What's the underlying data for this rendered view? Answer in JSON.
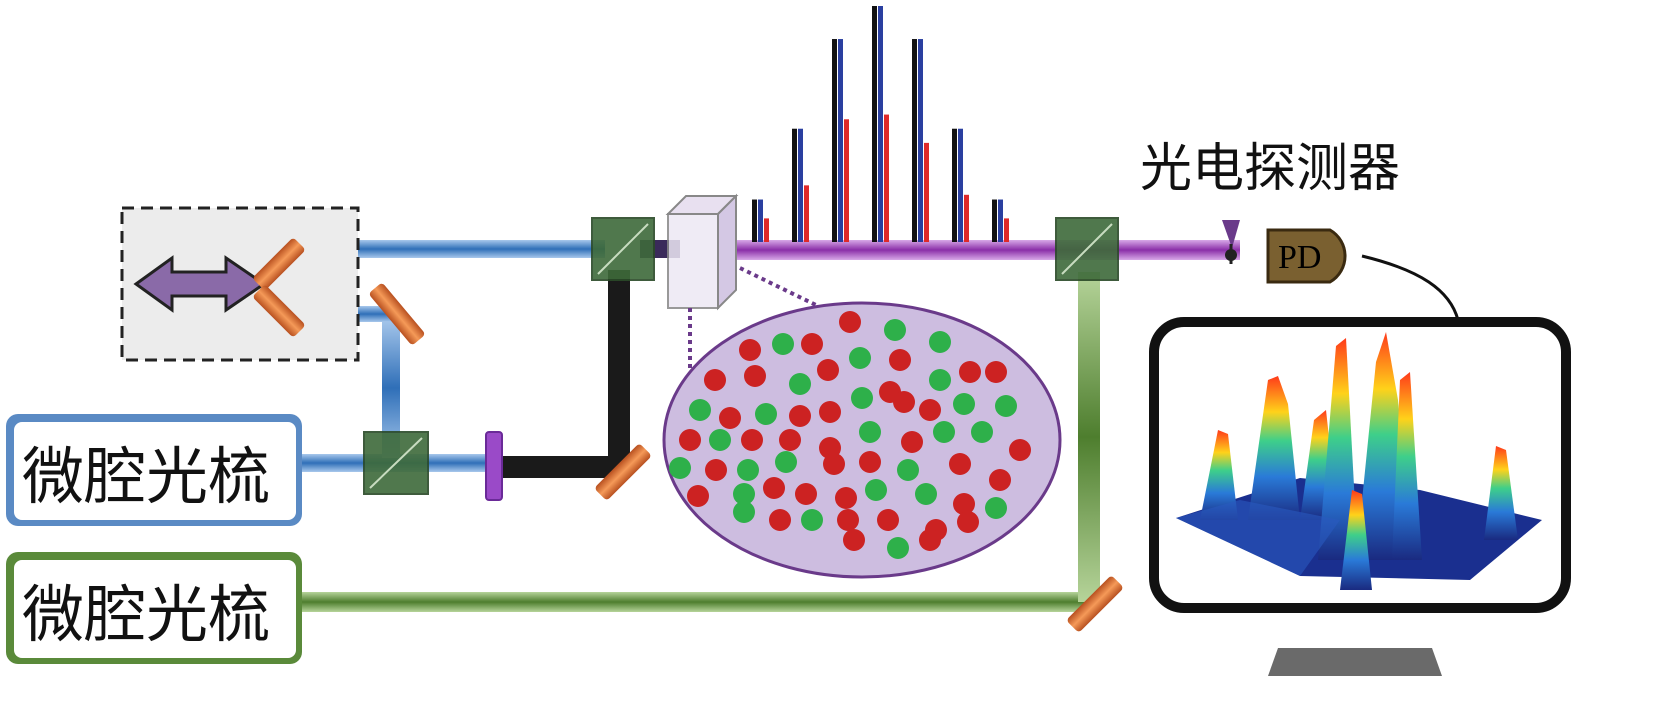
{
  "labels": {
    "comb_top": "微腔光梳",
    "comb_bottom": "微腔光梳",
    "photodetector": "光电探测器",
    "pd": "PD"
  },
  "colors": {
    "blue_beam": "#3f7fc4",
    "green_beam": "#5b8a3a",
    "purple_beam": "#8a3fa8",
    "black_beam": "#1a1a1a",
    "mirror": "#e07a3a",
    "splitter": "#3e6a3a",
    "cell_fill": "#cdbde0",
    "cell_stroke": "#6a3a8a",
    "red_dot": "#cc2222",
    "green_dot": "#2eb04a",
    "pd_body": "#7a6030",
    "spectrum_black": "#111111",
    "spectrum_blue": "#2a3fa0",
    "spectrum_red": "#e02a2a"
  },
  "spectrum": {
    "groups": [
      {
        "black": 0.18,
        "blue": 0.18,
        "red": 0.1
      },
      {
        "black": 0.48,
        "blue": 0.48,
        "red": 0.24
      },
      {
        "black": 0.86,
        "blue": 0.86,
        "red": 0.52
      },
      {
        "black": 1.0,
        "blue": 1.0,
        "red": 0.54
      },
      {
        "black": 0.86,
        "blue": 0.86,
        "red": 0.42
      },
      {
        "black": 0.48,
        "blue": 0.48,
        "red": 0.2
      },
      {
        "black": 0.18,
        "blue": 0.18,
        "red": 0.1
      }
    ]
  },
  "icons": {
    "stage": "delay-stage-arrow-icon",
    "gas_cell": "gas-cell-icon",
    "detector": "photodetector-icon",
    "monitor": "monitor-icon"
  }
}
